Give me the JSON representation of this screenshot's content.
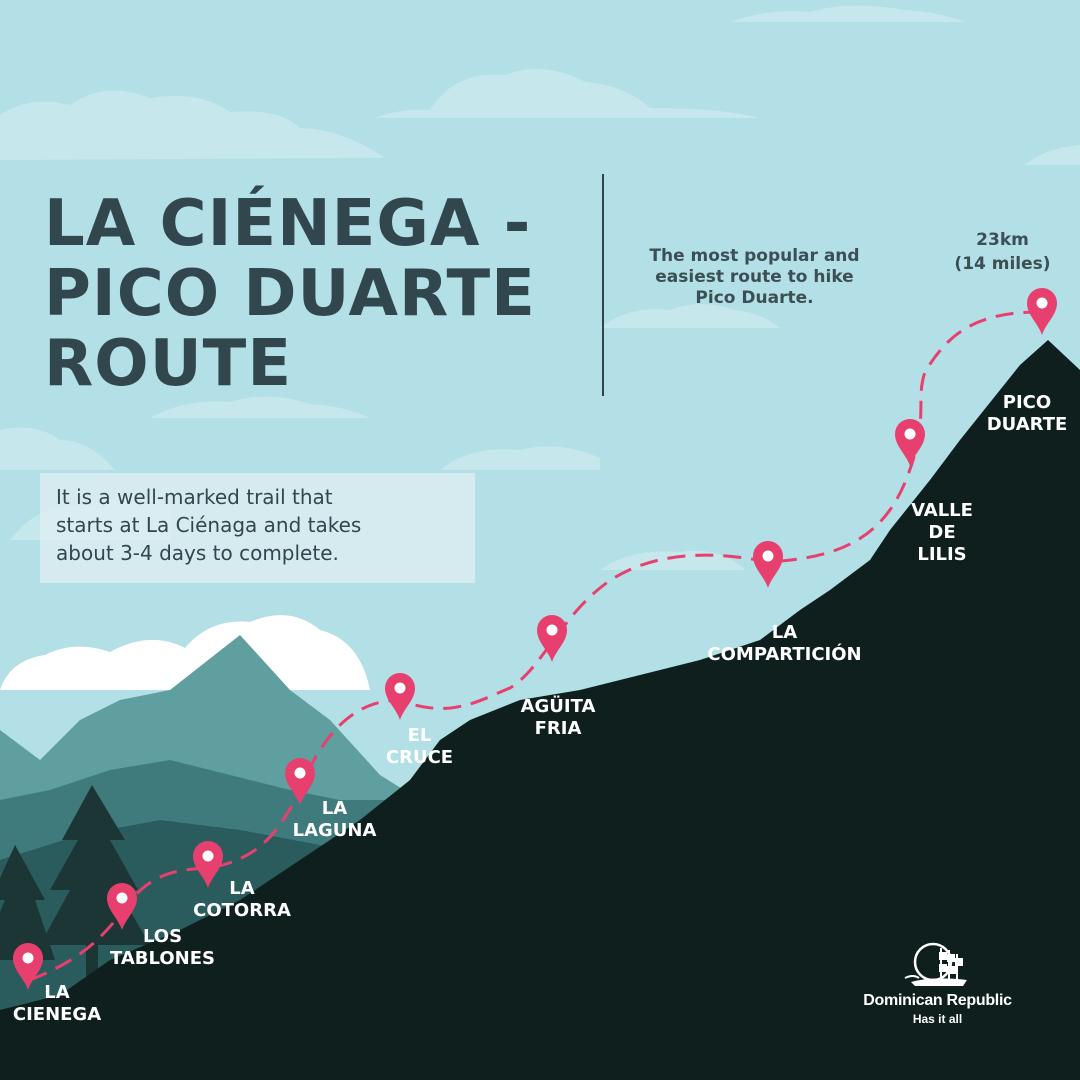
{
  "title_lines": [
    "LA CIÉNEGA -",
    "PICO DUARTE",
    "ROUTE"
  ],
  "subtitle_lines": [
    "The most popular and",
    "easiest route to hike",
    "Pico Duarte."
  ],
  "distance_lines": [
    "23km",
    "(14 miles)"
  ],
  "info_lines": [
    "It is a well-marked trail that",
    "starts at La Ciénaga and takes",
    "about 3-4 days to complete."
  ],
  "waypoints": [
    {
      "lines": [
        "LA",
        "CIENEGA"
      ]
    },
    {
      "lines": [
        "LOS",
        "TABLONES"
      ]
    },
    {
      "lines": [
        "LA",
        "COTORRA"
      ]
    },
    {
      "lines": [
        "LA",
        "LAGUNA"
      ]
    },
    {
      "lines": [
        "EL",
        "CRUCE"
      ]
    },
    {
      "lines": [
        "AGÜITA",
        "FRIA"
      ]
    },
    {
      "lines": [
        "LA",
        "COMPARTICIÓN"
      ]
    },
    {
      "lines": [
        "VALLE",
        "DE",
        "LILIS"
      ]
    },
    {
      "lines": [
        "PICO",
        "DUARTE"
      ]
    }
  ],
  "brand": {
    "name": "Dominican Republic",
    "tagline": "Has it all"
  },
  "colors": {
    "sky": "#b3dfe6",
    "title": "#31474d",
    "mountain_dark": "#0f1f1d",
    "mountain_teal": "#6aa5a6",
    "trail": "#e8406e",
    "label": "#ffffff"
  }
}
